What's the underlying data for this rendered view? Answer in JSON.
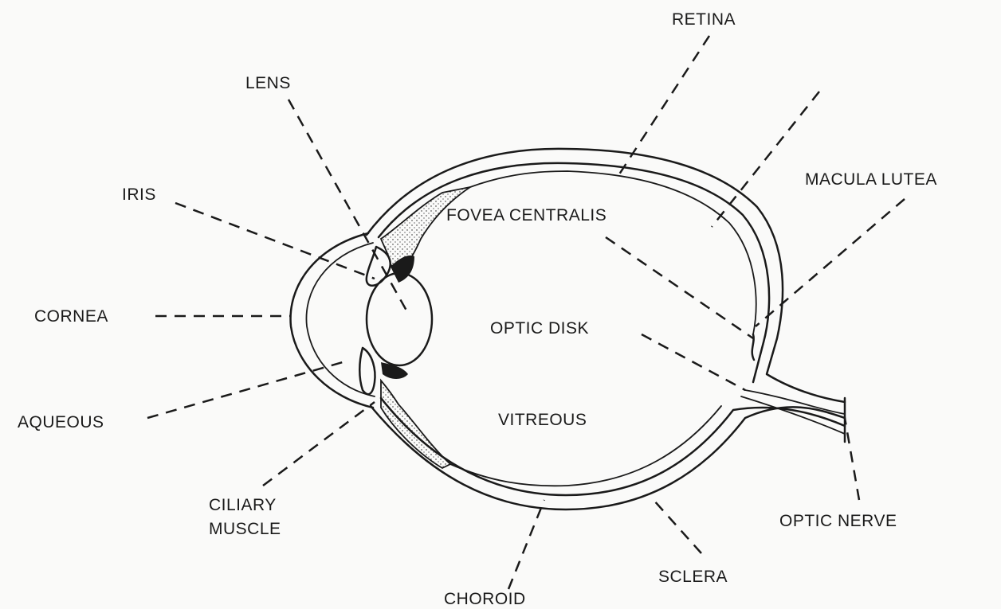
{
  "labels": {
    "retina": "RETINA",
    "lens": "LENS",
    "iris": "IRIS",
    "macula_lutea": "MACULA LUTEA",
    "fovea_centralis": "FOVEA CENTRALIS",
    "cornea": "CORNEA",
    "optic_disk": "OPTIC DISK",
    "aqueous": "AQUEOUS",
    "vitreous": "VITREOUS",
    "ciliary_muscle_line1": "CILIARY",
    "ciliary_muscle_line2": "MUSCLE",
    "optic_nerve": "OPTIC NERVE",
    "sclera": "SCLERA",
    "choroid": "CHOROID"
  },
  "colors": {
    "ink": "#1a1a1a",
    "background": "#fafaf9"
  }
}
